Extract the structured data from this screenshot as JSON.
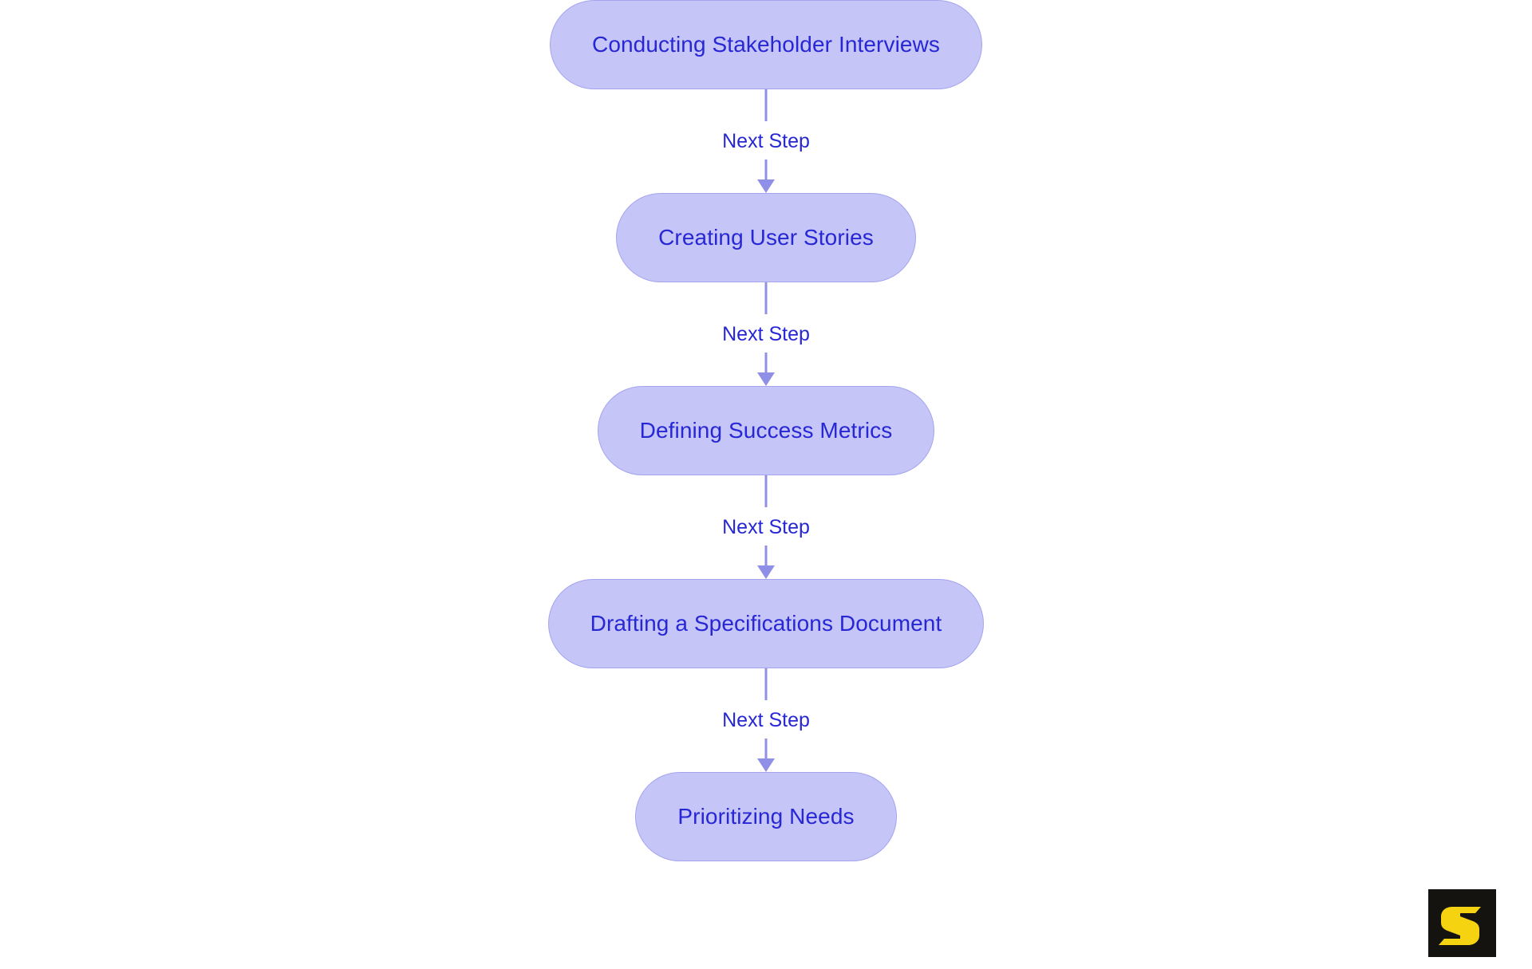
{
  "diagram": {
    "type": "flowchart",
    "orientation": "vertical",
    "title": "",
    "colors": {
      "node_fill": "#c5c5f8",
      "node_border": "#a5a5ef",
      "node_text": "#2727d4",
      "connector": "#8f8fe8",
      "edge_label_text": "#2727d4",
      "background": "#ffffff",
      "logo_background": "#15130f",
      "logo_mark": "#f5d311"
    },
    "nodes": [
      {
        "id": "n1",
        "label": "Conducting Stakeholder Interviews"
      },
      {
        "id": "n2",
        "label": "Creating User Stories"
      },
      {
        "id": "n3",
        "label": "Defining Success Metrics"
      },
      {
        "id": "n4",
        "label": "Drafting a Specifications Document"
      },
      {
        "id": "n5",
        "label": "Prioritizing Needs"
      }
    ],
    "edges": [
      {
        "from": "n1",
        "to": "n2",
        "label": "Next Step"
      },
      {
        "from": "n2",
        "to": "n3",
        "label": "Next Step"
      },
      {
        "from": "n3",
        "to": "n4",
        "label": "Next Step"
      },
      {
        "from": "n4",
        "to": "n5",
        "label": "Next Step"
      }
    ]
  },
  "watermark": {
    "name": "logo-mark",
    "letter": "S"
  }
}
